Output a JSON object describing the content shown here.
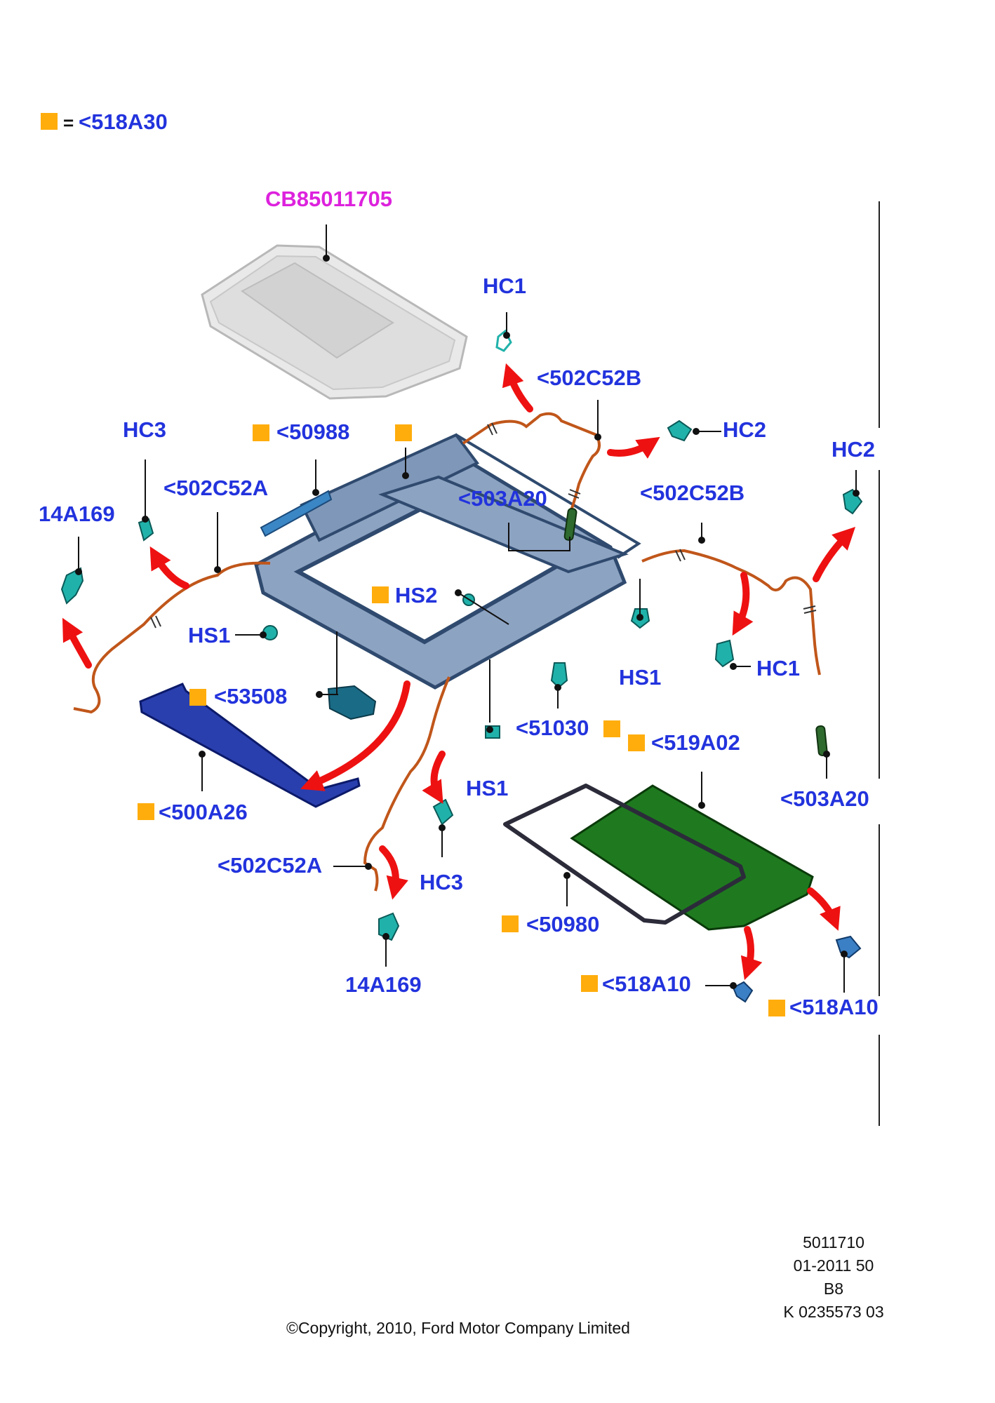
{
  "legend": {
    "equals": "=",
    "code": "<518A30",
    "square_color": "#ffad0d"
  },
  "labels": {
    "cb": "CB85011705",
    "hc1_top": "HC1",
    "c502c52b_top": "<502C52B",
    "hc2_mid": "HC2",
    "hc2_right": "HC2",
    "hc3_left": "HC3",
    "c50988": "<50988",
    "c502c52a_top": "<502C52A",
    "c14a169_left": "14A169",
    "c503a20_mid": "<503A20",
    "c502c52b_right": "<502C52B",
    "hs2": "HS2",
    "hs1_left": "HS1",
    "c53508": "<53508",
    "hs1_right": "HS1",
    "hc1_right": "HC1",
    "c51030": "<51030",
    "c519a02": "<519A02",
    "c500a26": "<500A26",
    "hs1_bottom": "HS1",
    "c503a20_right": "<503A20",
    "c502c52a_bottom": "<502C52A",
    "hc3_bottom": "HC3",
    "c50980": "<50980",
    "c14a169_bottom": "14A169",
    "c518a10_left": "<518A10",
    "c518a10_right": "<518A10"
  },
  "colors": {
    "label_blue": "#2233dd",
    "label_magenta": "#dd22dd",
    "arrow_red": "#ee1111",
    "highlight_square": "#ffad0d",
    "frame_blue": "#3f5f8a",
    "cable_orange": "#c0561a",
    "glass_green": "#1f7a1f",
    "clip_teal": "#20b2aa"
  },
  "footer": {
    "ref1": "5011710",
    "ref2": "01-2011 50",
    "ref3": "B8",
    "ref4": "K 0235573 03",
    "copyright": "©Copyright, 2010, Ford Motor Company Limited"
  }
}
